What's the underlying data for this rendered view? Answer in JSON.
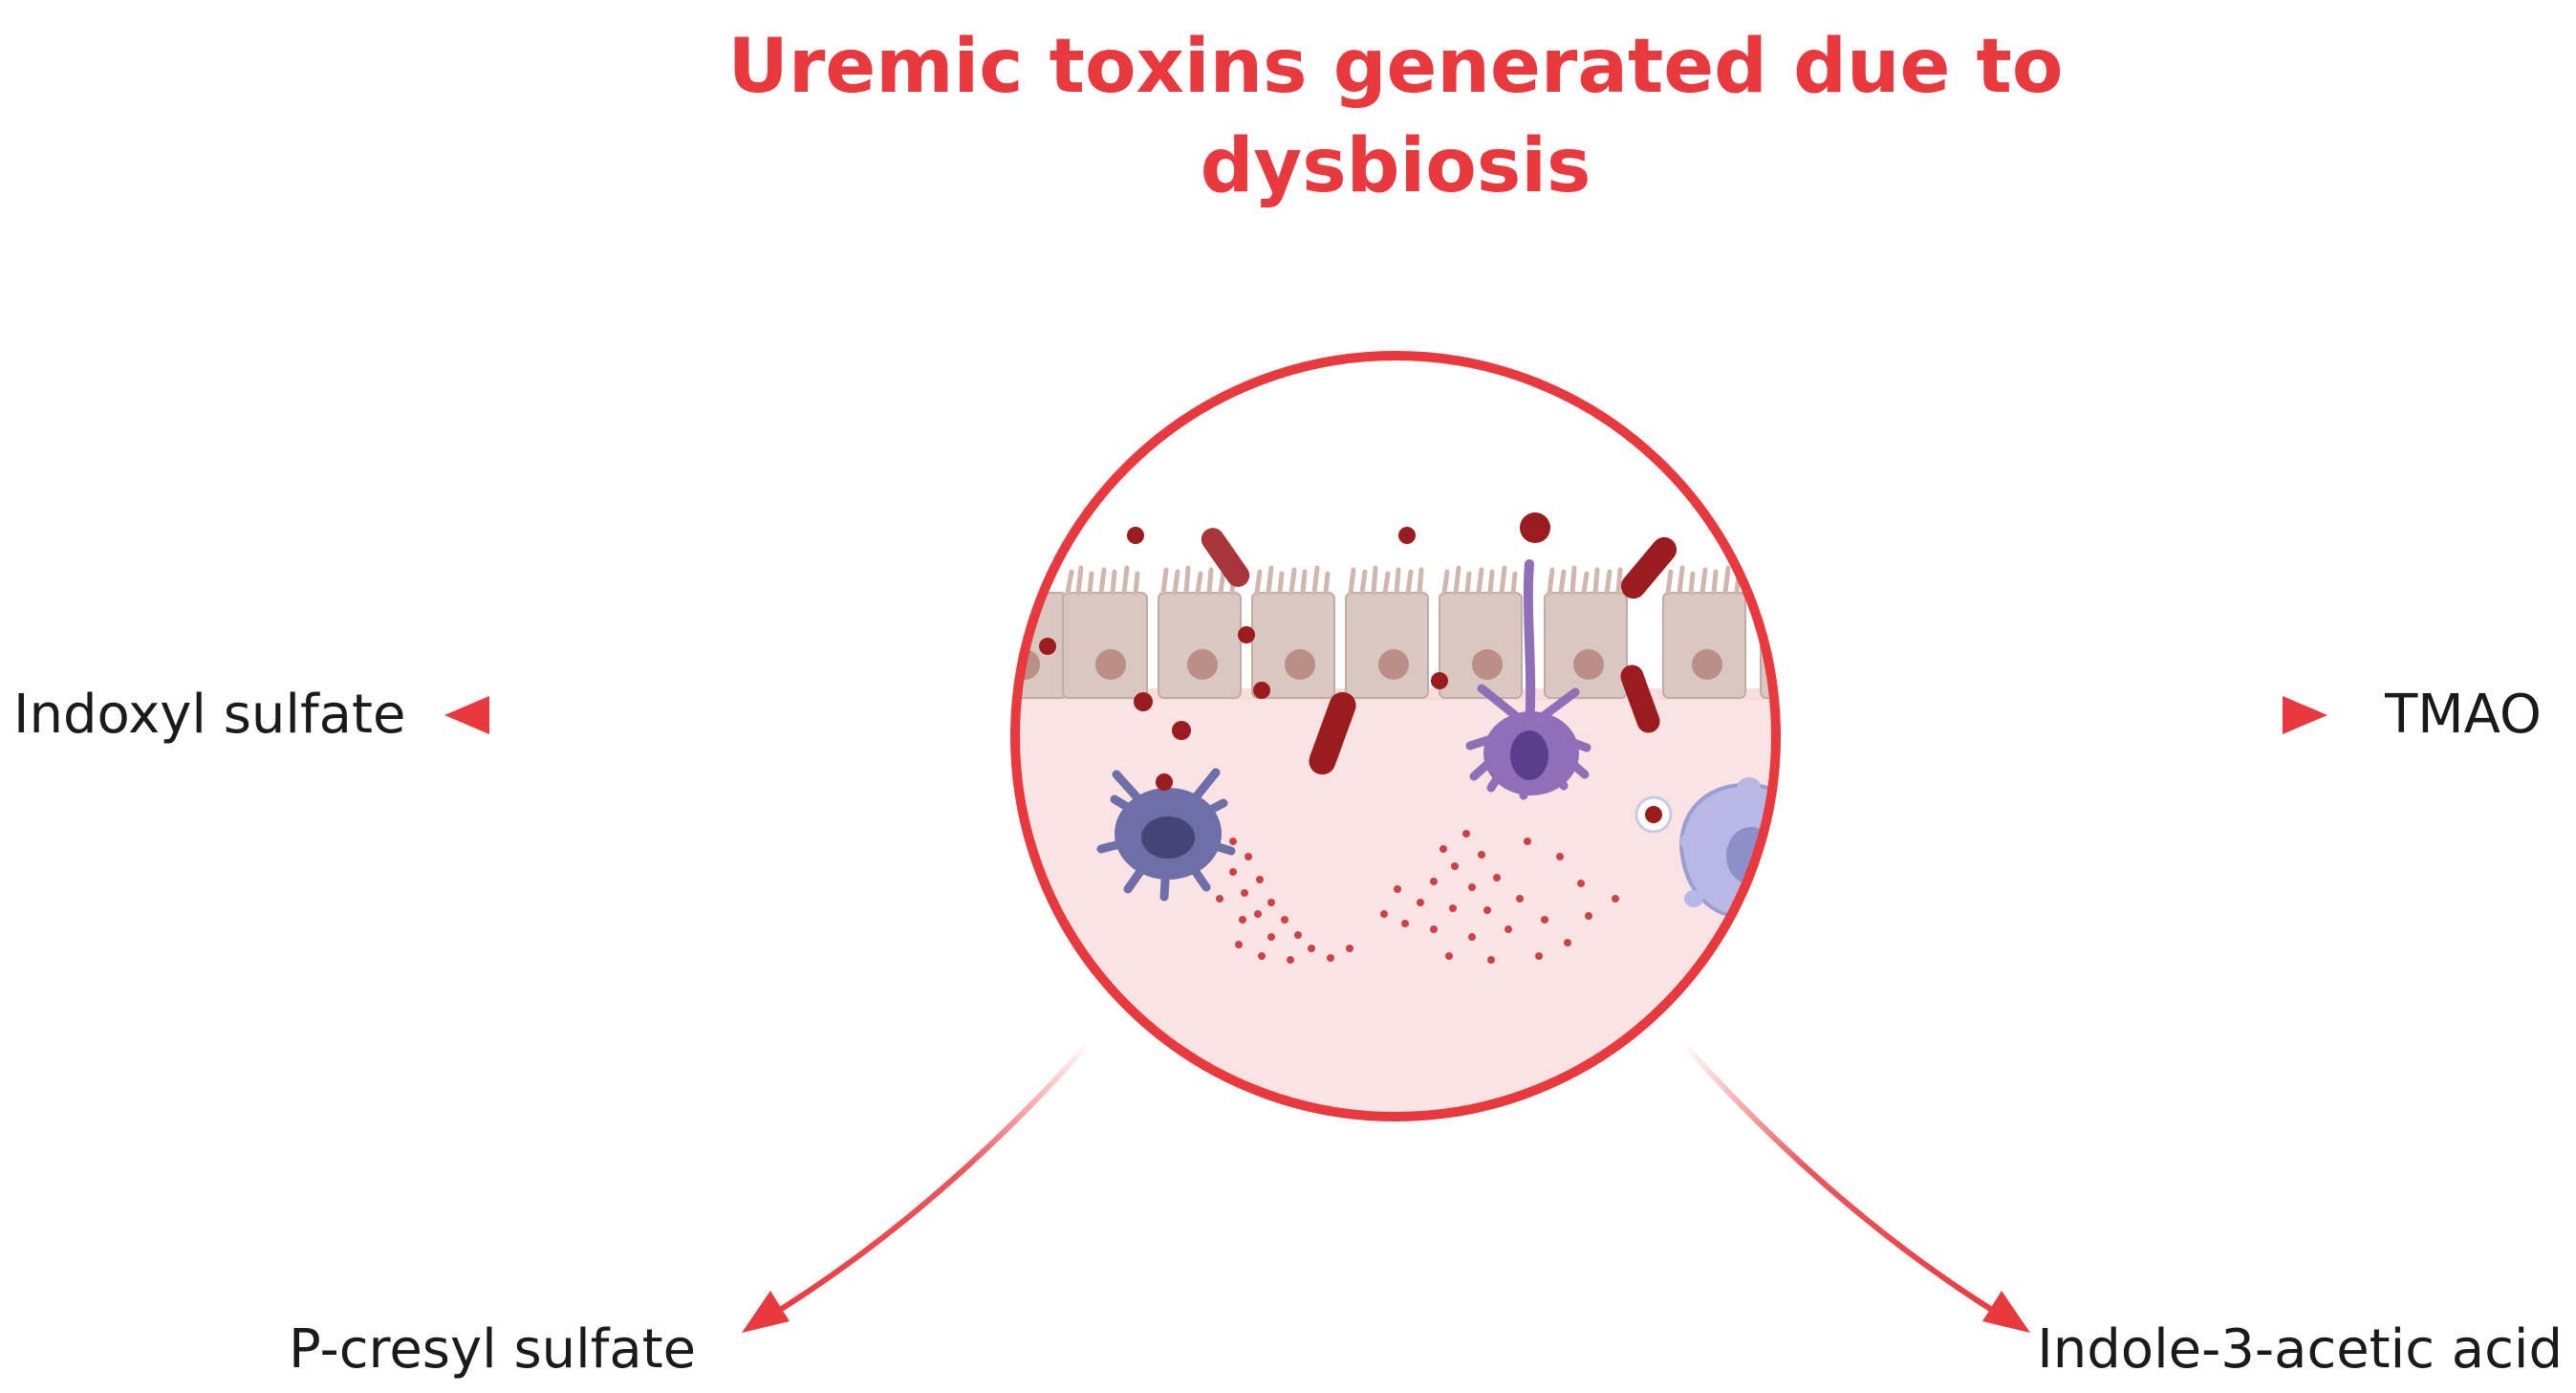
{
  "title": "Uremic toxins generated due to\ndysbiosis",
  "toxins": {
    "left": "Indoxyl sulfate",
    "right": "TMAO",
    "bottom_left": "P-cresyl sulfate",
    "bottom_right": "Indole-3-acetic acid"
  },
  "colors": {
    "accent_red": "#e8393f",
    "tissue_pink": "#fbe3e3",
    "epithelial_cell": "#d9c7c1",
    "bacteria": "#9b1c1f",
    "immune_blue": "#6e6ea8",
    "immune_purple": "#8f6fb8",
    "immune_lavender": "#b8b8e4"
  },
  "icons": [
    "gut-epithelium-inset",
    "bacteria-icon",
    "dendritic-cell-icon",
    "macrophage-icon"
  ]
}
